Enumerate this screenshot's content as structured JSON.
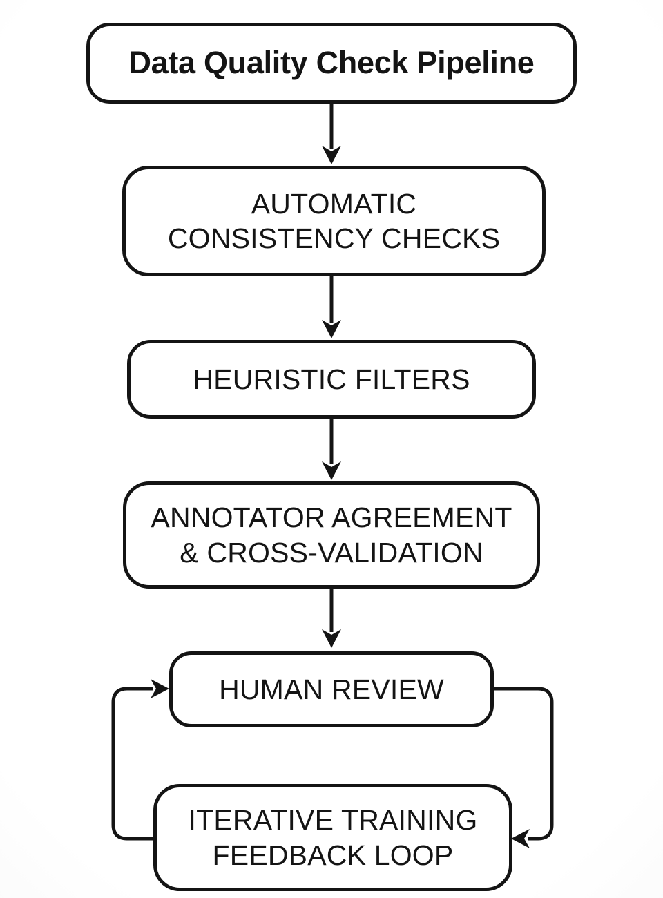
{
  "diagram": {
    "title": "Data Quality Check Pipeline",
    "type": "flowchart",
    "colors": {
      "stroke": "#141414",
      "box_fill": "#ffffff",
      "background": "#f7f7f7",
      "text": "#141414"
    },
    "nodes": [
      {
        "id": "title-box",
        "lines": [
          "Data Quality Check Pipeline"
        ]
      },
      {
        "id": "automatic-consistency-checks",
        "lines": [
          "AUTOMATIC",
          "CONSISTENCY CHECKS"
        ]
      },
      {
        "id": "heuristic-filters",
        "lines": [
          "HEURISTIC FILTERS"
        ]
      },
      {
        "id": "annotator-agreement-cross-validation",
        "lines": [
          "ANNOTATOR AGREEMENT",
          "& CROSS-VALIDATION"
        ]
      },
      {
        "id": "human-review",
        "lines": [
          "HUMAN REVIEW"
        ]
      },
      {
        "id": "iterative-training-feedback-loop",
        "lines": [
          "ITERATIVE TRAINING",
          "FEEDBACK LOOP"
        ]
      }
    ],
    "edges": [
      {
        "from": "title-box",
        "to": "automatic-consistency-checks",
        "style": "straight-down-arrow"
      },
      {
        "from": "automatic-consistency-checks",
        "to": "heuristic-filters",
        "style": "straight-down-arrow"
      },
      {
        "from": "heuristic-filters",
        "to": "annotator-agreement-cross-validation",
        "style": "straight-down-arrow"
      },
      {
        "from": "annotator-agreement-cross-validation",
        "to": "human-review",
        "style": "straight-down-arrow"
      },
      {
        "from": "human-review",
        "to": "iterative-training-feedback-loop",
        "style": "right-side-loop-arrow"
      },
      {
        "from": "iterative-training-feedback-loop",
        "to": "human-review",
        "style": "left-side-loop-arrow"
      }
    ]
  }
}
